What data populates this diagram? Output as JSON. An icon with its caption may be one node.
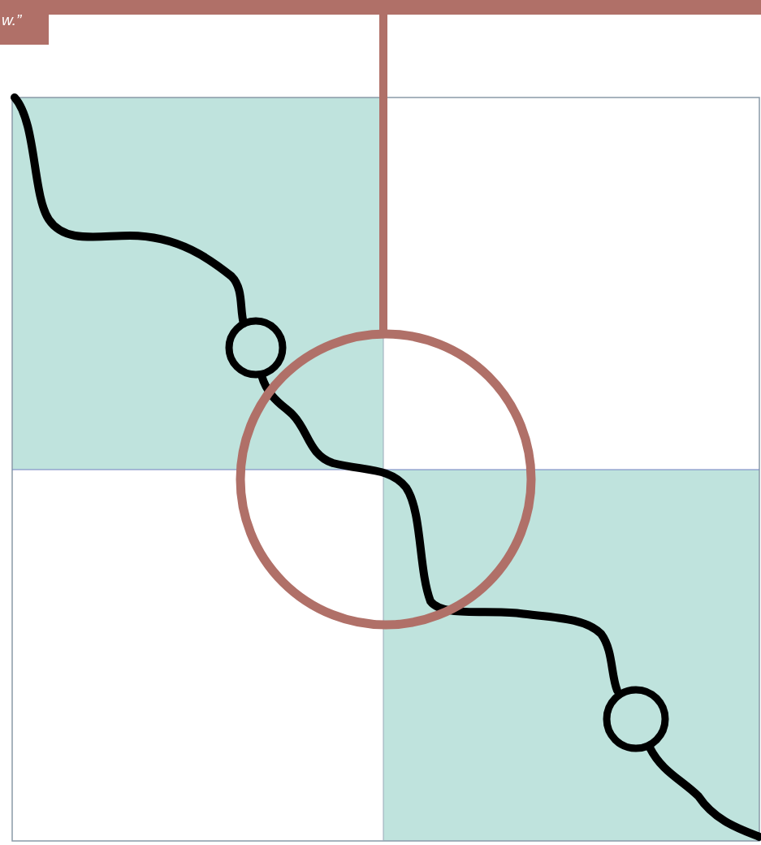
{
  "diagram": {
    "nodes": [
      {
        "text": [
          "w.”"
        ]
      },
      {
        "text": [],
        "shape": "circle"
      }
    ],
    "edges": [
      {
        "from": 0,
        "to": 1,
        "arrow": "none"
      }
    ]
  }
}
